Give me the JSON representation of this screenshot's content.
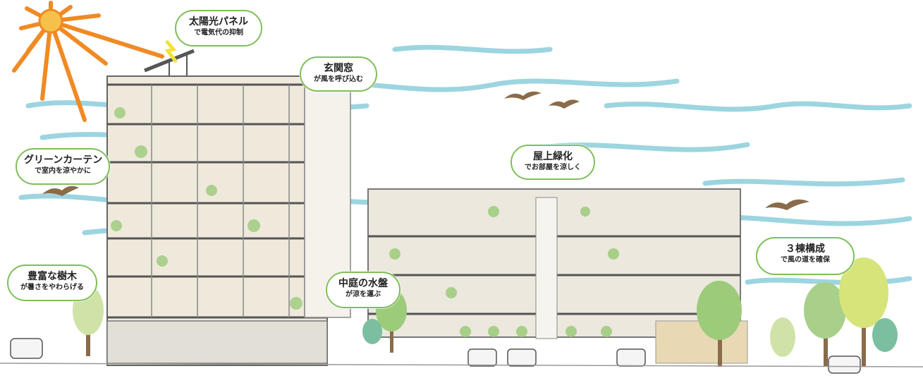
{
  "callouts": {
    "solar": {
      "title": "太陽光パネル",
      "sub": "で電気代の抑制"
    },
    "entrance": {
      "title": "玄関窓",
      "sub": "が風を呼び込む"
    },
    "green_curtain": {
      "title": "グリーンカーテン",
      "sub": "で室内を涼やかに"
    },
    "rooftop": {
      "title": "屋上緑化",
      "sub": "でお部屋を涼しく"
    },
    "three_buildings": {
      "title": "３棟構成",
      "sub": "で風の道を確保"
    },
    "trees": {
      "title": "豊富な樹木",
      "sub": "が暑さをやわらげる"
    },
    "pond": {
      "title": "中庭の水盤",
      "sub": "が涼を運ぶ"
    }
  },
  "colors": {
    "callout_border": "#7fbf5a",
    "wind": "#7cc8d6",
    "sun": "#f08a24",
    "tree": "#9ccb7a",
    "building": "#e9e4d8",
    "floor_line": "#555555"
  },
  "icons": [
    "sun-icon",
    "solar-panel-icon",
    "bird-icon",
    "car-icon",
    "tree-icon"
  ]
}
